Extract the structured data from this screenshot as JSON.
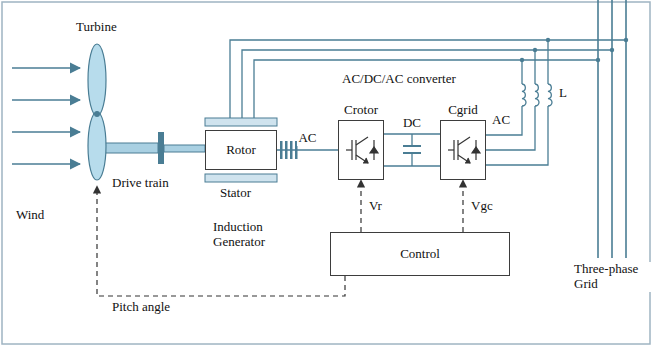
{
  "diagram": {
    "nodes": [
      {
        "text": [
          "Rotor"
        ]
      },
      {
        "text": [
          "Crotor"
        ]
      },
      {
        "text": [
          "Cgrid"
        ]
      },
      {
        "text": [
          "Control"
        ]
      }
    ],
    "edges": [
      {
        "from": 0,
        "to": 1,
        "arrow": "none",
        "label": "AC"
      },
      {
        "from": 1,
        "to": 2,
        "arrow": "none",
        "label": "DC"
      },
      {
        "from": 3,
        "to": 1,
        "arrow": "to",
        "label": "Vr"
      },
      {
        "from": 3,
        "to": 2,
        "arrow": "to",
        "label": "Vgc"
      }
    ],
    "labels": [
      "Turbine",
      "Wind",
      "Drive train",
      "Stator",
      "Induction Generator",
      "AC/DC/AC converter",
      "AC",
      "L",
      "Three-phase Grid",
      "Pitch angle"
    ]
  }
}
